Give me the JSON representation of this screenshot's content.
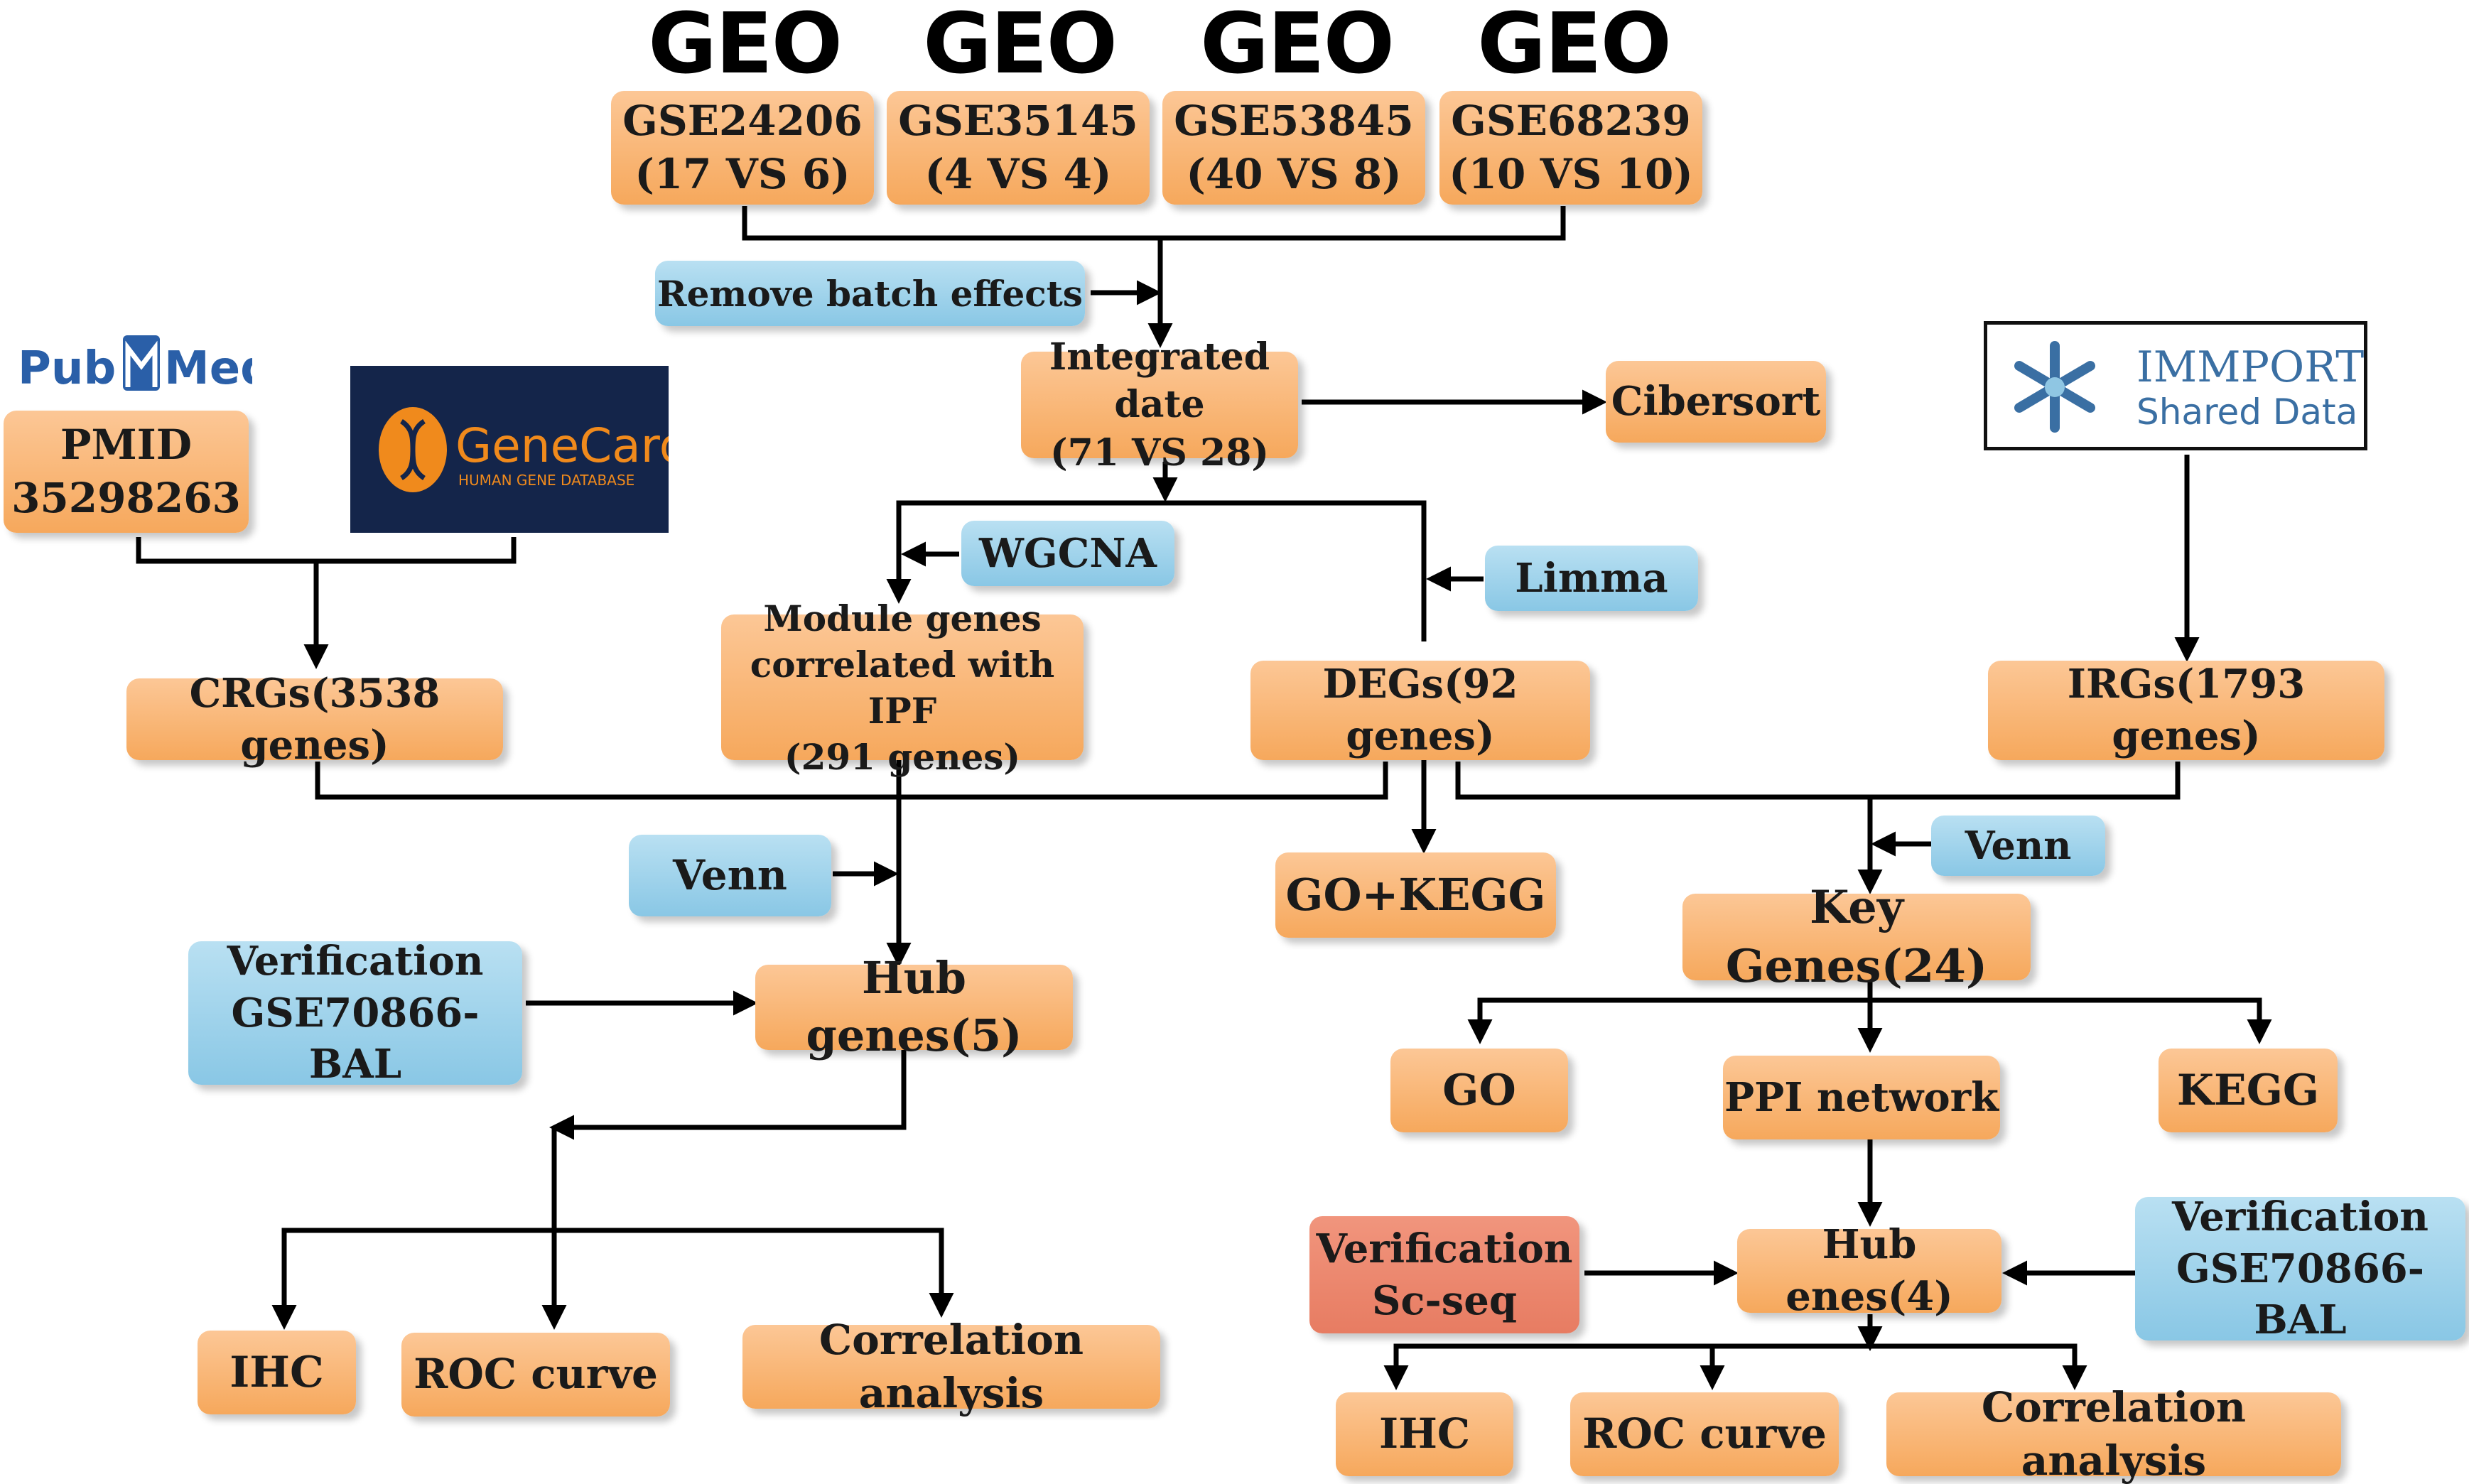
{
  "geo": {
    "labels": [
      "GEO",
      "GEO",
      "GEO",
      "GEO"
    ],
    "datasets": [
      "GSE24206\n(17 VS 6)",
      "GSE35145\n(4 VS 4)",
      "GSE53845\n(40 VS 8)",
      "GSE68239\n(10 VS 10)"
    ]
  },
  "steps": {
    "batch": "Remove batch effects",
    "integrated": "Integrated date\n(71 VS 28)",
    "cibersort": "Cibersort",
    "wgcna": "WGCNA",
    "limma": "Limma",
    "module": "Module genes\ncorrelated with IPF\n(291 genes)",
    "degs": "DEGs(92 genes)",
    "crgs": "CRGs(3538 genes)",
    "irgs": "IRGs(1793 genes)",
    "pmid": "PMID\n35298263",
    "venn_left": "Venn",
    "venn_right": "Venn",
    "gokegg": "GO+KEGG",
    "keygenes": "Key Genes(24)",
    "verif_left": "Verification\nGSE70866-BAL",
    "hub_left": "Hub genes(5)",
    "go": "GO",
    "ppi": "PPI network",
    "kegg": "KEGG",
    "verif_sc": "Verification\nSc-seq",
    "hub_right": "Hub enes(4)",
    "verif_right": "Verification\nGSE70866-BAL",
    "ihc_left": "IHC",
    "roc_left": "ROC curve",
    "corr_left": "Correlation analysis",
    "ihc_right": "IHC",
    "roc_right": "ROC curve",
    "corr_right": "Correlation analysis"
  },
  "logos": {
    "pubmed": {
      "part1": "Pub",
      "part2": "Med",
      "color": "#2a5fa8"
    },
    "genecards": {
      "name": "GeneCards",
      "tagline": "HUMAN GENE DATABASE",
      "bg": "#14254a",
      "accent": "#f08a1c"
    },
    "immport": {
      "name": "IMMPORT",
      "sub": "Shared Data",
      "color": "#3a6fa3"
    }
  },
  "colors": {
    "orange": "#f6a85c",
    "blue": "#89c7e5",
    "salmon": "#e77c62",
    "line": "#000000"
  }
}
